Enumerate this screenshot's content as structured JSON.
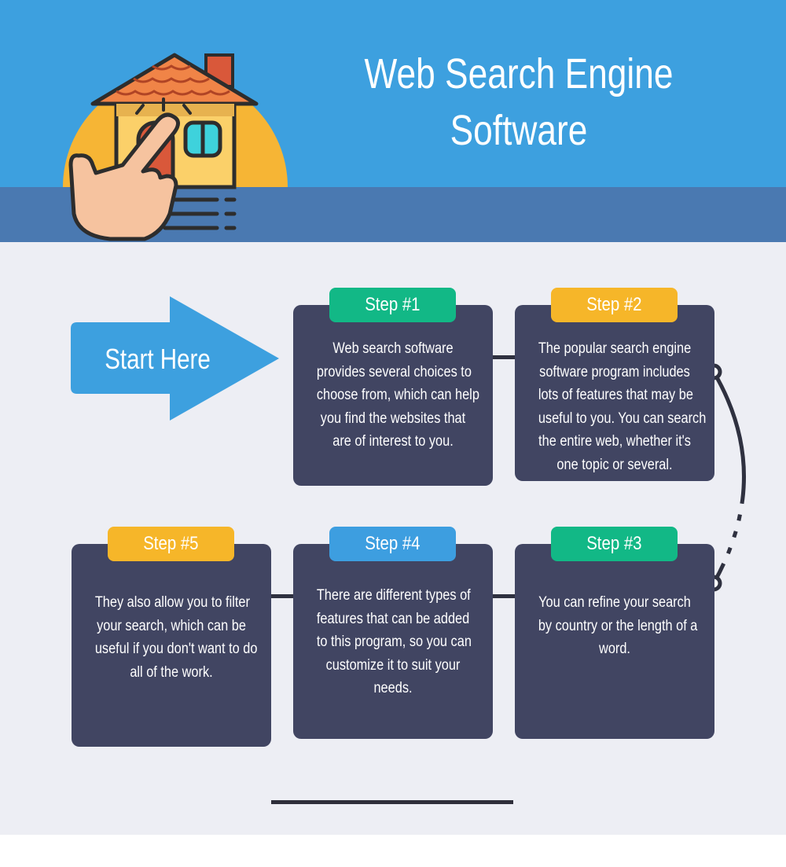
{
  "title": {
    "line1": "Web Search Engine",
    "line2": "Software"
  },
  "start": {
    "label": "Start Here"
  },
  "steps": [
    {
      "label": "Step #1",
      "color": "#12b886",
      "text": [
        "Web search software",
        "provides several choices to",
        "choose from, which can help",
        "you find the websites that",
        "are of interest to you."
      ]
    },
    {
      "label": "Step #2",
      "color": "#f6b629",
      "text": [
        "The popular search engine",
        "software program includes",
        "lots of features that may be",
        "useful to you. You can search",
        "the entire web, whether it's",
        "one topic or several."
      ]
    },
    {
      "label": "Step #3",
      "color": "#12b886",
      "text": [
        "You can refine your search",
        "by country or the length of a",
        "word."
      ]
    },
    {
      "label": "Step #4",
      "color": "#3d9ee0",
      "text": [
        "There are different types of",
        "features that can be added",
        "to this program, so you can",
        "customize it to suit your",
        "needs."
      ]
    },
    {
      "label": "Step #5",
      "color": "#f6b629",
      "text": [
        "They also allow you to filter",
        "your search, which can be",
        "useful if you don't want to do",
        "all of the work."
      ]
    }
  ],
  "colors": {
    "header_bg": "#3da0df",
    "header_band": "#4a79b1",
    "card_bg": "#414562",
    "page_bg": "#edeef4"
  },
  "icons": [
    "house-icon",
    "pointing-hand-icon",
    "sun-icon",
    "arrow-right-icon"
  ]
}
